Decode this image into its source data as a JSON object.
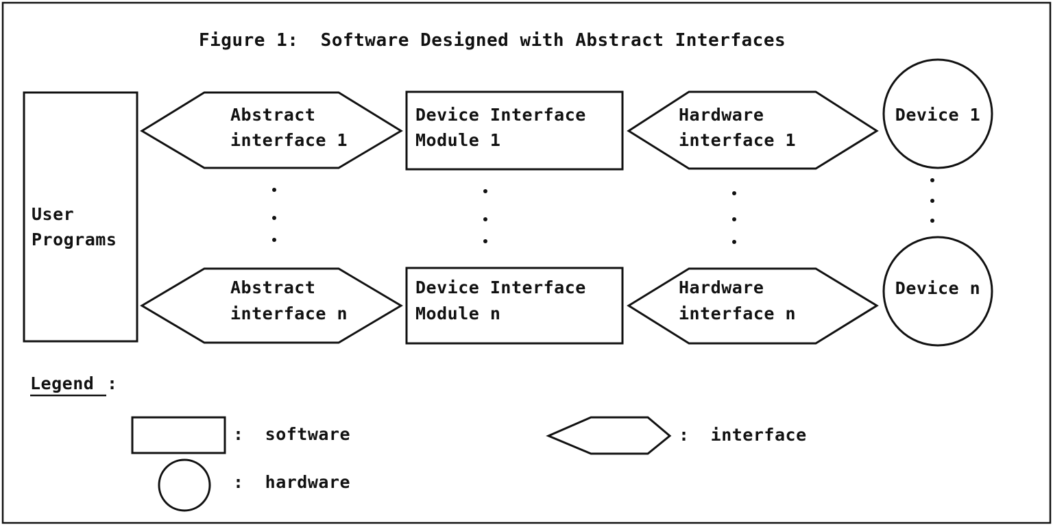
{
  "title": "Figure 1:  Software Designed with Abstract Interfaces",
  "user_programs": {
    "line1": "User",
    "line2": "Programs"
  },
  "abstract_interface_1": {
    "line1": "Abstract",
    "line2": "interface 1"
  },
  "abstract_interface_n": {
    "line1": "Abstract",
    "line2": "interface n"
  },
  "device_module_1": {
    "line1": "Device Interface",
    "line2": "Module 1"
  },
  "device_module_n": {
    "line1": "Device Interface",
    "line2": "Module n"
  },
  "hardware_interface_1": {
    "line1": "Hardware",
    "line2": "interface 1"
  },
  "hardware_interface_n": {
    "line1": "Hardware",
    "line2": "interface n"
  },
  "device_1": "Device 1",
  "device_n": "Device n",
  "legend": {
    "heading": "Legend",
    "heading_colon": ":",
    "software": ":  software",
    "interface": ":  interface",
    "hardware": ":  hardware"
  }
}
